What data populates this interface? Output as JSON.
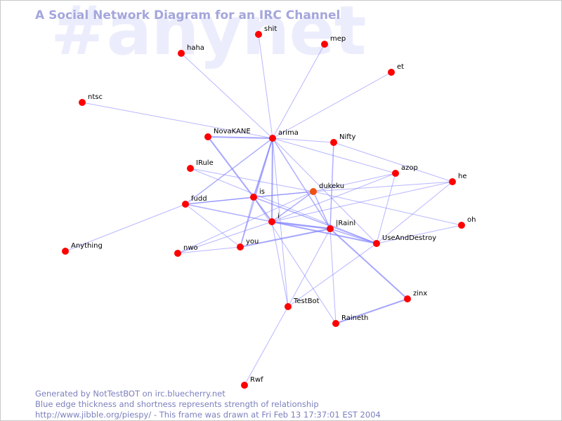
{
  "watermark": "#anynet",
  "title": "A Social Network Diagram for an IRC Channel",
  "colors": {
    "node": "#ff0000",
    "node_highlight": "#f05010",
    "edge": "#8080ff",
    "title": "#a4a6dc",
    "footer": "#7c80bc"
  },
  "nodes": [
    {
      "id": "shit",
      "label": "shit"
    },
    {
      "id": "mep",
      "label": "mep"
    },
    {
      "id": "haha",
      "label": "haha"
    },
    {
      "id": "et",
      "label": "et"
    },
    {
      "id": "ntsc",
      "label": "ntsc"
    },
    {
      "id": "NovaKANE",
      "label": "NovaKANE"
    },
    {
      "id": "arima",
      "label": "arima"
    },
    {
      "id": "Nifty",
      "label": "Nifty"
    },
    {
      "id": "IRule",
      "label": "IRule"
    },
    {
      "id": "azop",
      "label": "azop"
    },
    {
      "id": "he",
      "label": "he"
    },
    {
      "id": "dukeku",
      "label": "dukeku",
      "highlight": true
    },
    {
      "id": "is",
      "label": "is"
    },
    {
      "id": "fudd",
      "label": "fudd"
    },
    {
      "id": "i",
      "label": "i"
    },
    {
      "id": "Rainl",
      "label": "|Rainl"
    },
    {
      "id": "oh",
      "label": "oh"
    },
    {
      "id": "UseAndDestroy",
      "label": "UseAndDestroy"
    },
    {
      "id": "Anything",
      "label": "Anything"
    },
    {
      "id": "nwo",
      "label": "nwo"
    },
    {
      "id": "you",
      "label": "you"
    },
    {
      "id": "zinx",
      "label": "zinx"
    },
    {
      "id": "TestBot",
      "label": "TestBot"
    },
    {
      "id": "Raineth",
      "label": "Raineth"
    },
    {
      "id": "Rwf",
      "label": "Rwf"
    }
  ],
  "edges": [
    {
      "from": "shit",
      "to": "arima",
      "strength": 1
    },
    {
      "from": "mep",
      "to": "arima",
      "strength": 1
    },
    {
      "from": "haha",
      "to": "arima",
      "strength": 1
    },
    {
      "from": "et",
      "to": "arima",
      "strength": 1
    },
    {
      "from": "ntsc",
      "to": "arima",
      "strength": 1
    },
    {
      "from": "NovaKANE",
      "to": "arima",
      "strength": 2
    },
    {
      "from": "NovaKANE",
      "to": "is",
      "strength": 2
    },
    {
      "from": "arima",
      "to": "Nifty",
      "strength": 1
    },
    {
      "from": "arima",
      "to": "azop",
      "strength": 1
    },
    {
      "from": "arima",
      "to": "is",
      "strength": 2
    },
    {
      "from": "arima",
      "to": "i",
      "strength": 2
    },
    {
      "from": "arima",
      "to": "Rainl",
      "strength": 1.5
    },
    {
      "from": "arima",
      "to": "fudd",
      "strength": 1.5
    },
    {
      "from": "arima",
      "to": "you",
      "strength": 1.5
    },
    {
      "from": "arima",
      "to": "TestBot",
      "strength": 1
    },
    {
      "from": "arima",
      "to": "UseAndDestroy",
      "strength": 1
    },
    {
      "from": "Nifty",
      "to": "Rainl",
      "strength": 1.5
    },
    {
      "from": "Nifty",
      "to": "he",
      "strength": 1
    },
    {
      "from": "IRule",
      "to": "dukeku",
      "strength": 1
    },
    {
      "from": "IRule",
      "to": "UseAndDestroy",
      "strength": 1
    },
    {
      "from": "dukeku",
      "to": "azop",
      "strength": 1
    },
    {
      "from": "dukeku",
      "to": "he",
      "strength": 1
    },
    {
      "from": "dukeku",
      "to": "fudd",
      "strength": 1
    },
    {
      "from": "dukeku",
      "to": "nwo",
      "strength": 1
    },
    {
      "from": "dukeku",
      "to": "is",
      "strength": 1.5
    },
    {
      "from": "dukeku",
      "to": "i",
      "strength": 1.5
    },
    {
      "from": "dukeku",
      "to": "Rainl",
      "strength": 1.5
    },
    {
      "from": "dukeku",
      "to": "oh",
      "strength": 1
    },
    {
      "from": "is",
      "to": "fudd",
      "strength": 1.5
    },
    {
      "from": "is",
      "to": "i",
      "strength": 2
    },
    {
      "from": "is",
      "to": "you",
      "strength": 1
    },
    {
      "from": "is",
      "to": "UseAndDestroy",
      "strength": 1.5
    },
    {
      "from": "is",
      "to": "Raineth",
      "strength": 1
    },
    {
      "from": "fudd",
      "to": "Anything",
      "strength": 1
    },
    {
      "from": "fudd",
      "to": "i",
      "strength": 1.5
    },
    {
      "from": "fudd",
      "to": "you",
      "strength": 1
    },
    {
      "from": "i",
      "to": "Rainl",
      "strength": 2.5
    },
    {
      "from": "i",
      "to": "UseAndDestroy",
      "strength": 2
    },
    {
      "from": "i",
      "to": "nwo",
      "strength": 1
    },
    {
      "from": "i",
      "to": "TestBot",
      "strength": 1
    },
    {
      "from": "i",
      "to": "azop",
      "strength": 1
    },
    {
      "from": "i",
      "to": "he",
      "strength": 1
    },
    {
      "from": "Rainl",
      "to": "you",
      "strength": 2
    },
    {
      "from": "Rainl",
      "to": "UseAndDestroy",
      "strength": 1.5
    },
    {
      "from": "Rainl",
      "to": "zinx",
      "strength": 2
    },
    {
      "from": "Rainl",
      "to": "TestBot",
      "strength": 1
    },
    {
      "from": "Rainl",
      "to": "Raineth",
      "strength": 1
    },
    {
      "from": "UseAndDestroy",
      "to": "azop",
      "strength": 1
    },
    {
      "from": "UseAndDestroy",
      "to": "he",
      "strength": 1
    },
    {
      "from": "UseAndDestroy",
      "to": "oh",
      "strength": 1
    },
    {
      "from": "UseAndDestroy",
      "to": "TestBot",
      "strength": 1
    },
    {
      "from": "nwo",
      "to": "you",
      "strength": 1
    },
    {
      "from": "zinx",
      "to": "Raineth",
      "strength": 2
    },
    {
      "from": "TestBot",
      "to": "Rwf",
      "strength": 1
    }
  ],
  "footer": {
    "line1": "Generated by NotTestBOT on irc.bluecherry.net",
    "line2": "Blue edge thickness and shortness represents strength of relationship",
    "line3": "http://www.jibble.org/piespy/ - This frame was drawn at Fri Feb 13 17:37:01 EST 2004"
  }
}
